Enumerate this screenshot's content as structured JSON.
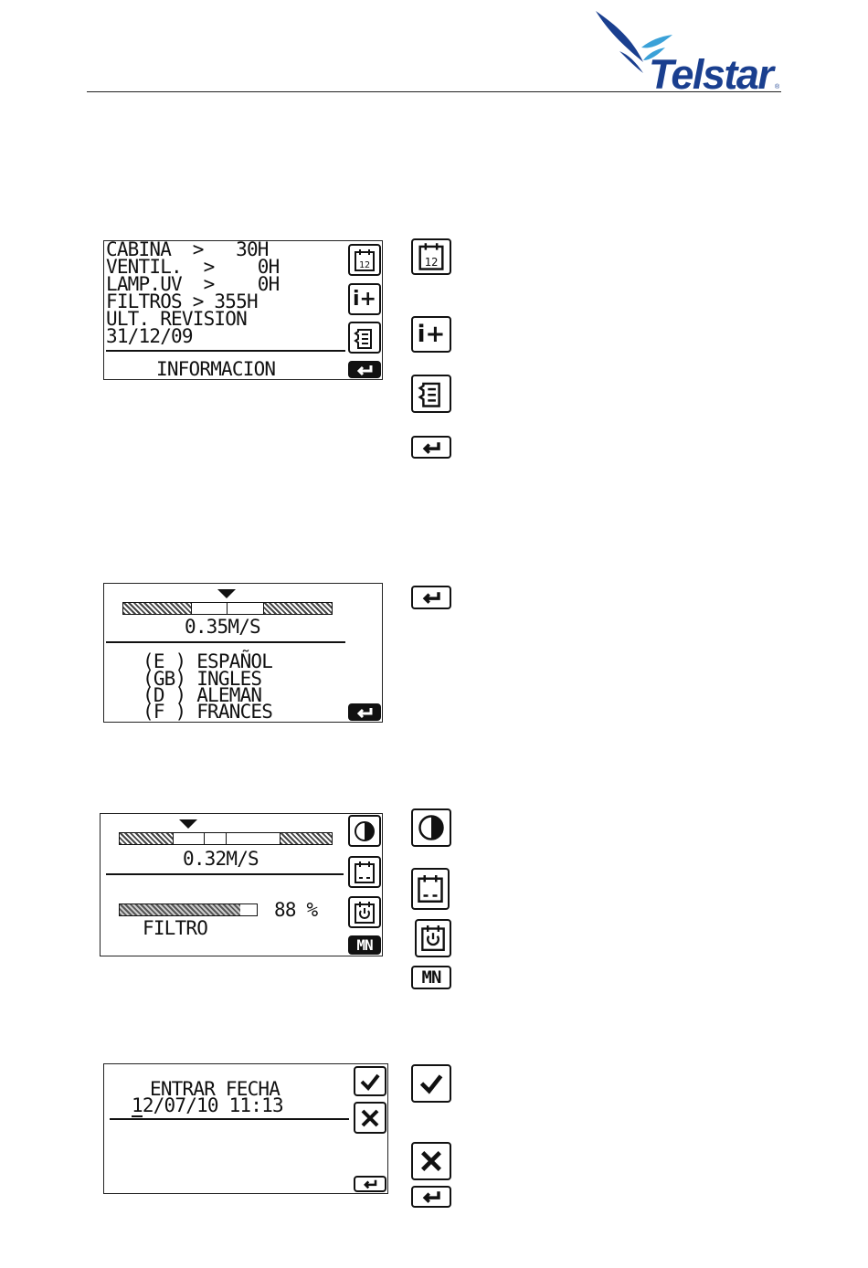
{
  "header": {
    "brand": "Telstar",
    "brand_mark": "®"
  },
  "screen_info": {
    "lines": [
      "CABINA  >   30H",
      "VENTIL.  >    0H",
      "LAMP.UV  >    0H",
      "FILTROS > 355H",
      "ULT. REVISION",
      "31/12/09"
    ],
    "footer": "INFORMACION"
  },
  "screen_lang": {
    "speed": "0.35M/S",
    "speed_fraction": 0.5,
    "options": [
      "(E ) ESPAÑOL",
      "(GB) INGLES",
      "(D ) ALEMAN",
      "(F ) FRANCES"
    ]
  },
  "screen_main": {
    "speed": "0.32M/S",
    "speed_fraction": 0.3,
    "filter_percent": "88 %",
    "filter_fraction": 0.88,
    "filter_label": "FILTRO",
    "mn_label": "MN"
  },
  "screen_date": {
    "title": "ENTRAR FECHA",
    "datetime": "12/07/10 11:13"
  },
  "icons": {
    "calendar_label": "12",
    "info_label": "i+",
    "mn_label": "MN"
  }
}
